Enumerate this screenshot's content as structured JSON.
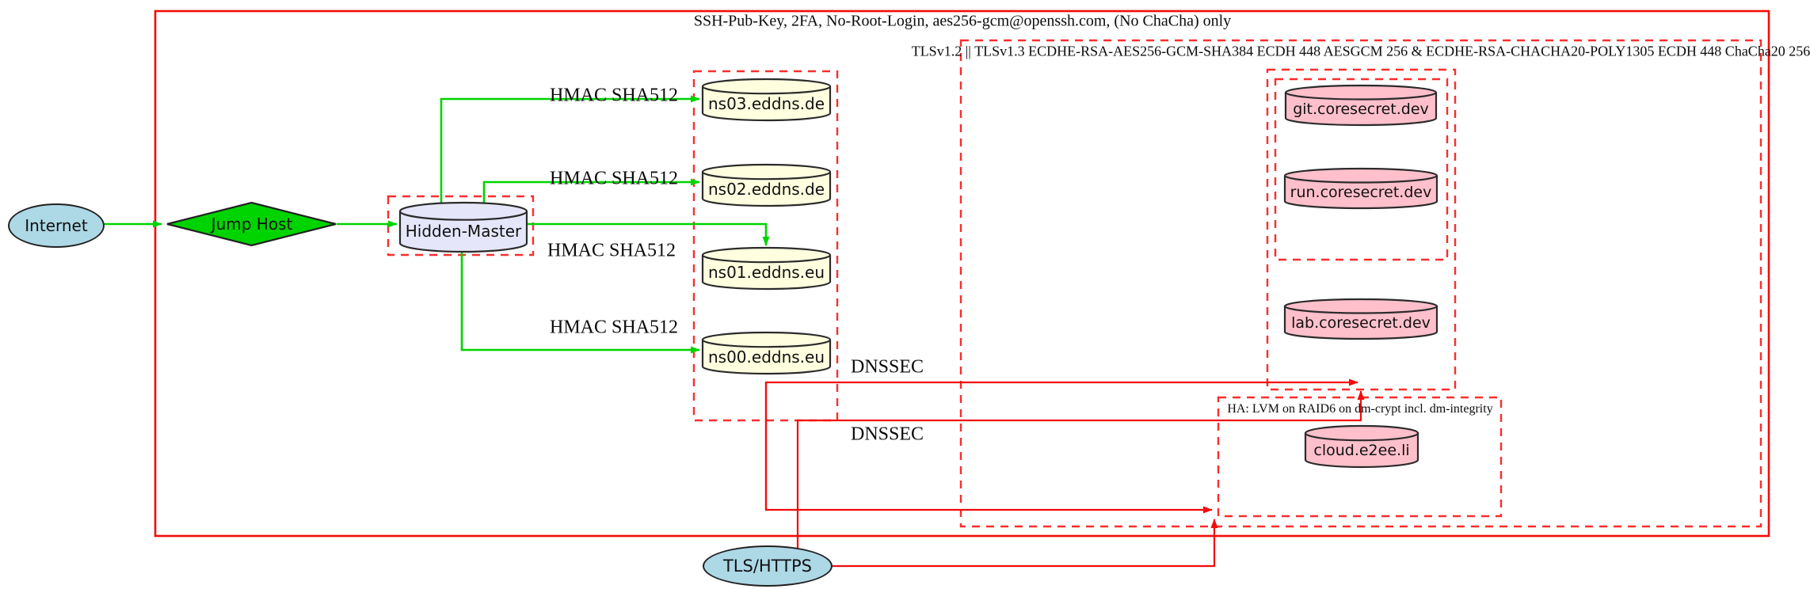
{
  "diagram": {
    "clusters": {
      "ssh": {
        "label": "SSH-Pub-Key, 2FA, No-Root-Login, aes256-gcm@openssh.com, (No ChaCha) only"
      },
      "tls": {
        "label": "TLSv1.2 || TLSv1.3 ECDHE-RSA-AES256-GCM-SHA384 ECDH 448 AESGCM 256 & ECDHE-RSA-CHACHA20-POLY1305 ECDH 448 ChaCha20 256"
      },
      "ha": {
        "label": "HA: LVM on RAID6 on dm-crypt incl. dm-integrity"
      }
    },
    "nodes": {
      "internet": {
        "label": "Internet"
      },
      "jump_host": {
        "label": "Jump Host"
      },
      "hidden_master": {
        "label": "Hidden-Master"
      },
      "ns03": {
        "label": "ns03.eddns.de"
      },
      "ns02": {
        "label": "ns02.eddns.de"
      },
      "ns01": {
        "label": "ns01.eddns.eu"
      },
      "ns00": {
        "label": "ns00.eddns.eu"
      },
      "git": {
        "label": "git.coresecret.dev"
      },
      "run": {
        "label": "run.coresecret.dev"
      },
      "lab": {
        "label": "lab.coresecret.dev"
      },
      "cloud": {
        "label": "cloud.e2ee.li"
      },
      "tls_https": {
        "label": "TLS/HTTPS"
      }
    },
    "edge_labels": {
      "hmac_ns03": "HMAC SHA512",
      "hmac_ns02": "HMAC SHA512",
      "hmac_ns01": "HMAC SHA512",
      "hmac_ns00": "HMAC SHA512",
      "dnssec_1": "DNSSEC",
      "dnssec_2": "DNSSEC"
    },
    "colors": {
      "edge_green": "#00d400",
      "edge_red": "#f40b0b",
      "cluster_dashed_red": "#fb2d2d",
      "node_lightblue": "#add8e6",
      "node_green": "#00d400",
      "node_lavender": "#e6e6fa",
      "node_lightyellow": "#ffffe0",
      "node_pink": "#ffc0cb"
    }
  }
}
